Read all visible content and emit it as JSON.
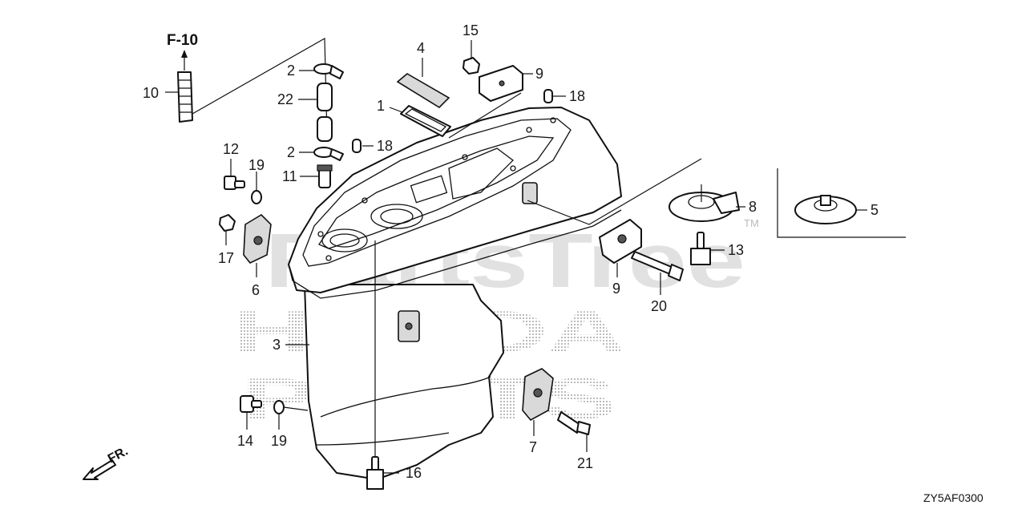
{
  "diagram": {
    "reference": "F-10",
    "direction_label": "FR.",
    "code": "ZY5AF0300",
    "callouts": [
      "1",
      "2",
      "2",
      "3",
      "4",
      "5",
      "6",
      "7",
      "8",
      "9",
      "9",
      "10",
      "11",
      "12",
      "13",
      "14",
      "15",
      "16",
      "17",
      "18",
      "18",
      "19",
      "19",
      "20",
      "21",
      "22"
    ]
  },
  "watermark": {
    "brand": "PartsTree",
    "trademark": "TM",
    "line1": "HONDA",
    "line2": "PARTS"
  }
}
